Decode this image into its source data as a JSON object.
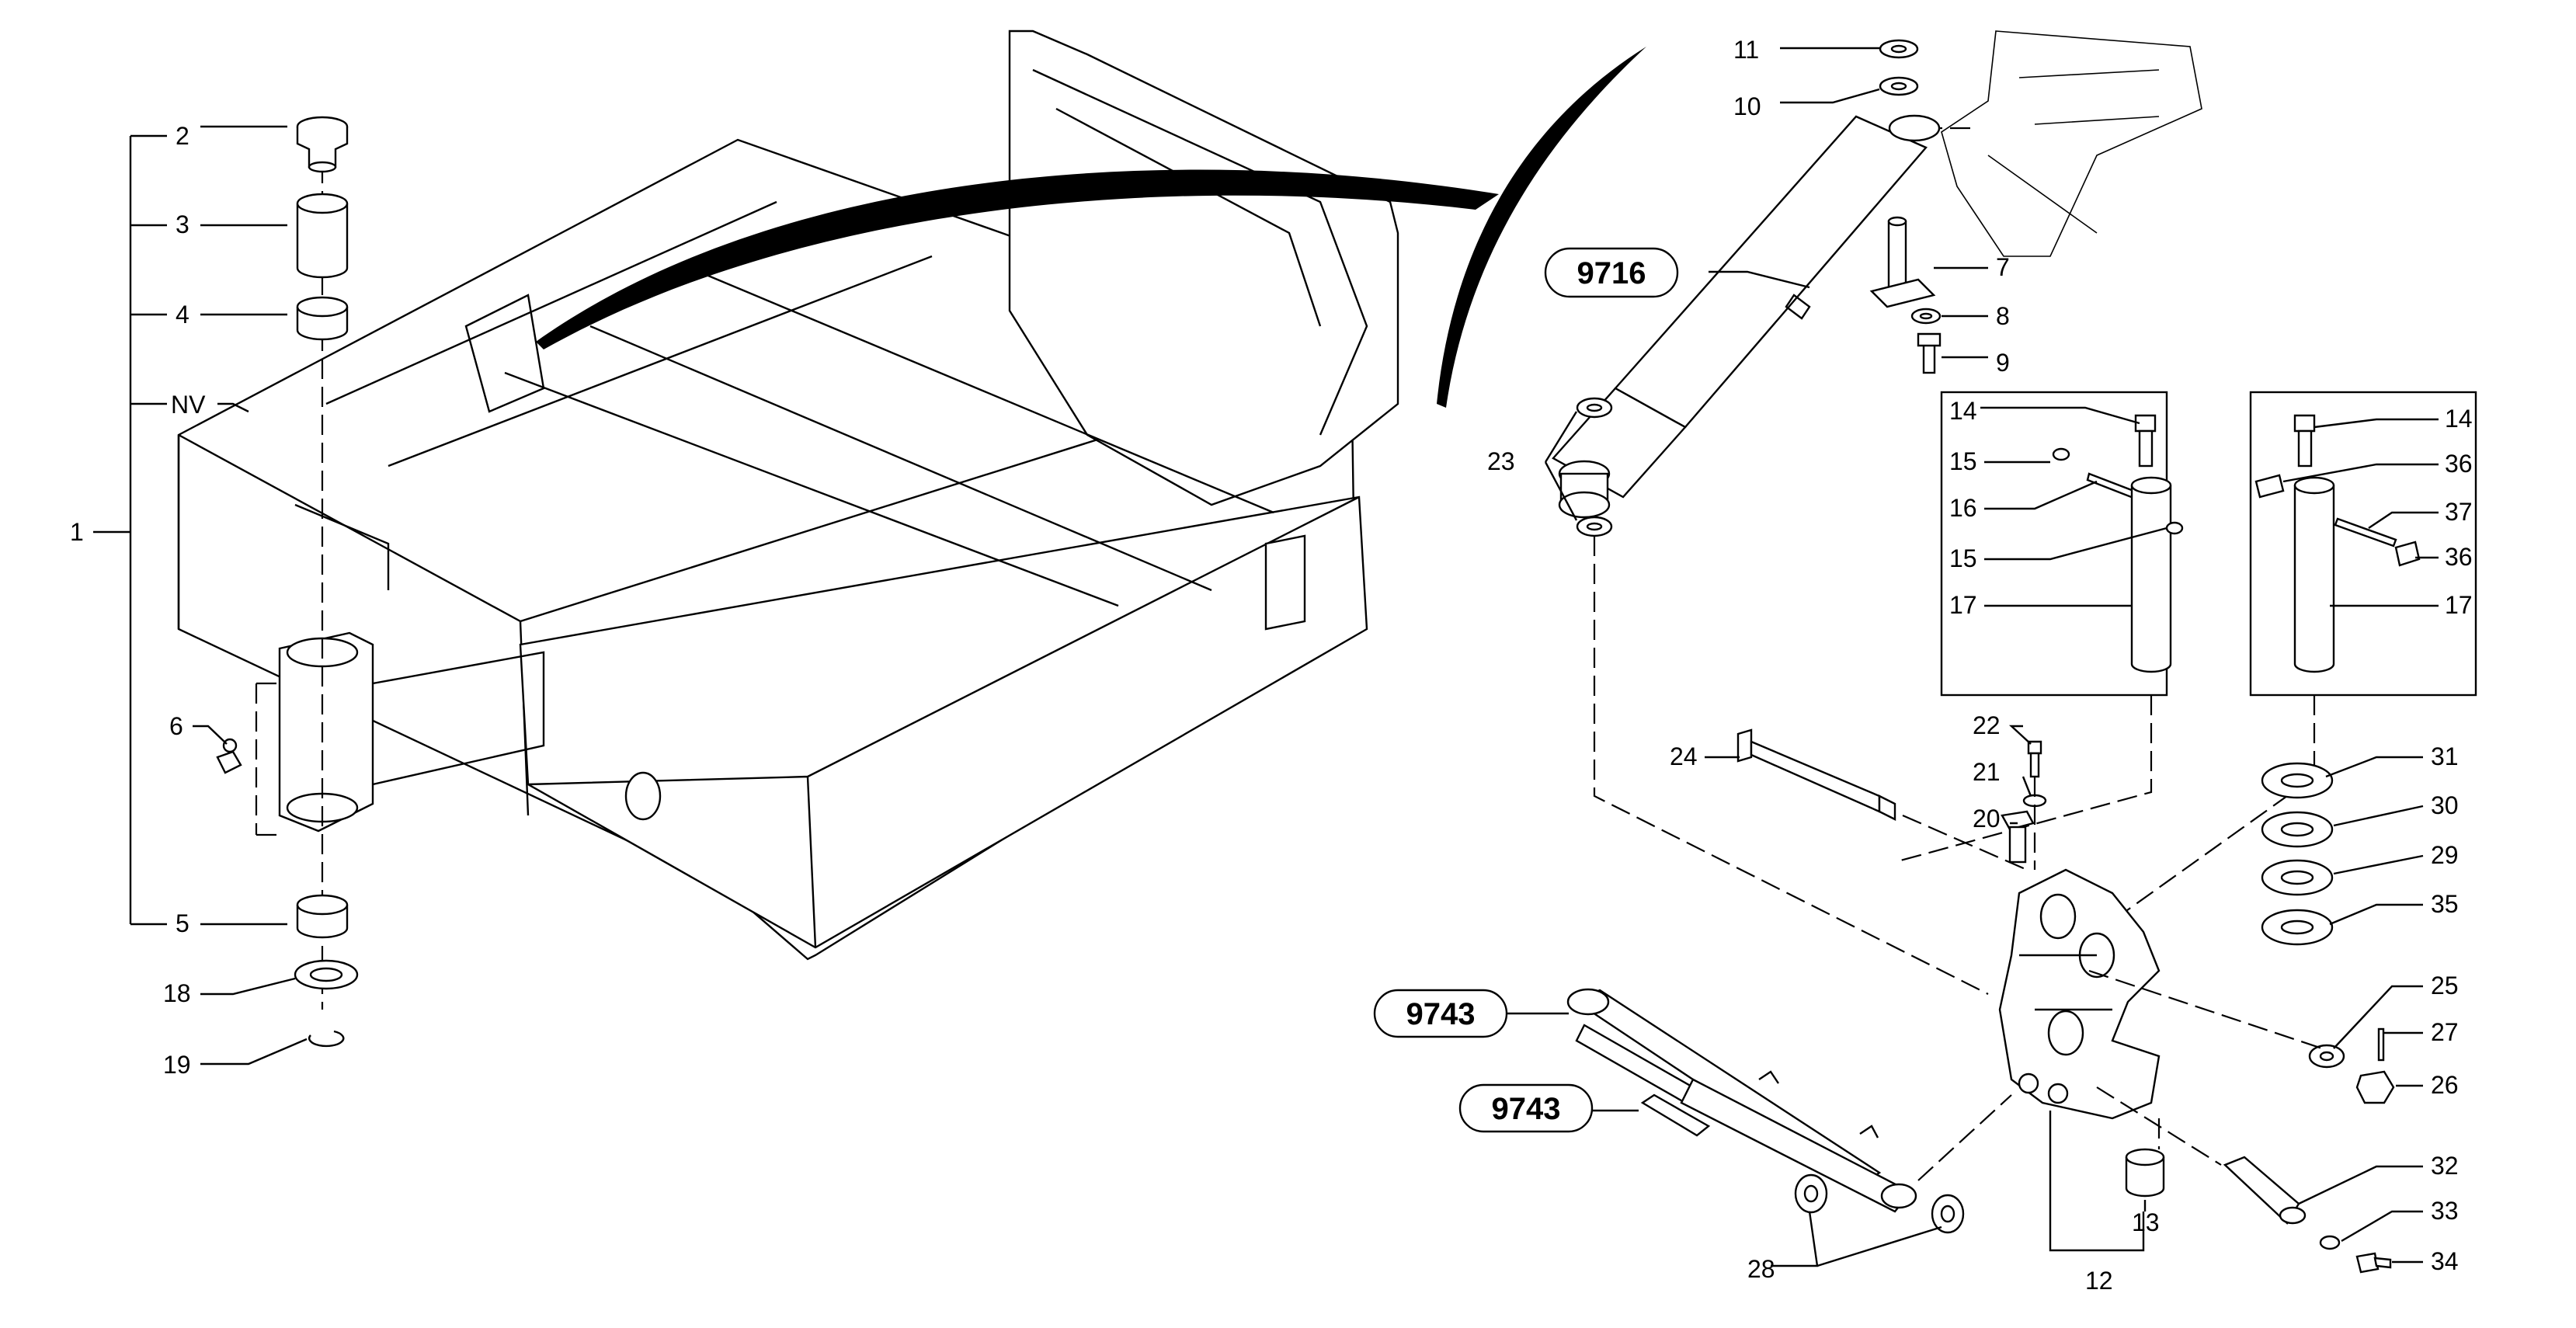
{
  "labels": {
    "l1": "1",
    "l2": "2",
    "l3": "3",
    "l4": "4",
    "nv": "NV",
    "l5": "5",
    "l6": "6",
    "l18": "18",
    "l19": "19",
    "l11": "11",
    "l10": "10",
    "l7": "7",
    "l8": "8",
    "l9": "9",
    "l23": "23",
    "b1_14": "14",
    "b1_15a": "15",
    "b1_16": "16",
    "b1_15b": "15",
    "b1_17": "17",
    "b2_14": "14",
    "b2_36a": "36",
    "b2_37": "37",
    "b2_36b": "36",
    "b2_17": "17",
    "l22": "22",
    "l21": "21",
    "l20": "20",
    "l24": "24",
    "l31": "31",
    "l30": "30",
    "l29": "29",
    "l35": "35",
    "l25": "25",
    "l27": "27",
    "l26": "26",
    "l32": "32",
    "l33": "33",
    "l34": "34",
    "l13": "13",
    "l12": "12",
    "l28": "28"
  },
  "refs": {
    "r9716": "9716",
    "r9743a": "9743",
    "r9743b": "9743"
  }
}
